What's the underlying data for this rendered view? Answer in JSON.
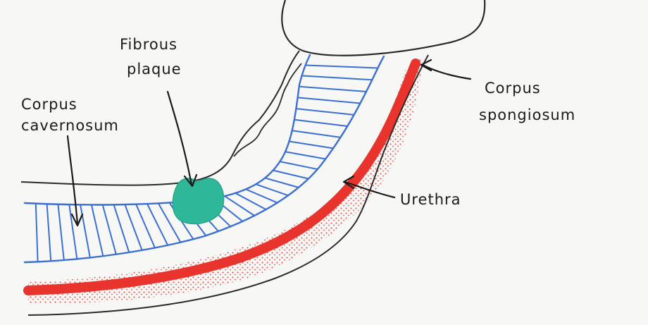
{
  "diagram": {
    "labels": {
      "fibrous_plaque": [
        "Fibrous",
        "plaque"
      ],
      "corpus_cavernosum": [
        "Corpus",
        "cavernosum"
      ],
      "corpus_spongiosum": [
        "Corpus",
        "spongiosum"
      ],
      "urethra": [
        "Urethra"
      ]
    },
    "colors": {
      "background": "#f7f7f5",
      "outline": "#2a2a2a",
      "cavernosum": "#3b6fd4",
      "spongiosum_dots": "#e8342d",
      "urethra": "#e8342d",
      "plaque": "#2fb79a",
      "ink": "#1a1a1a"
    }
  }
}
